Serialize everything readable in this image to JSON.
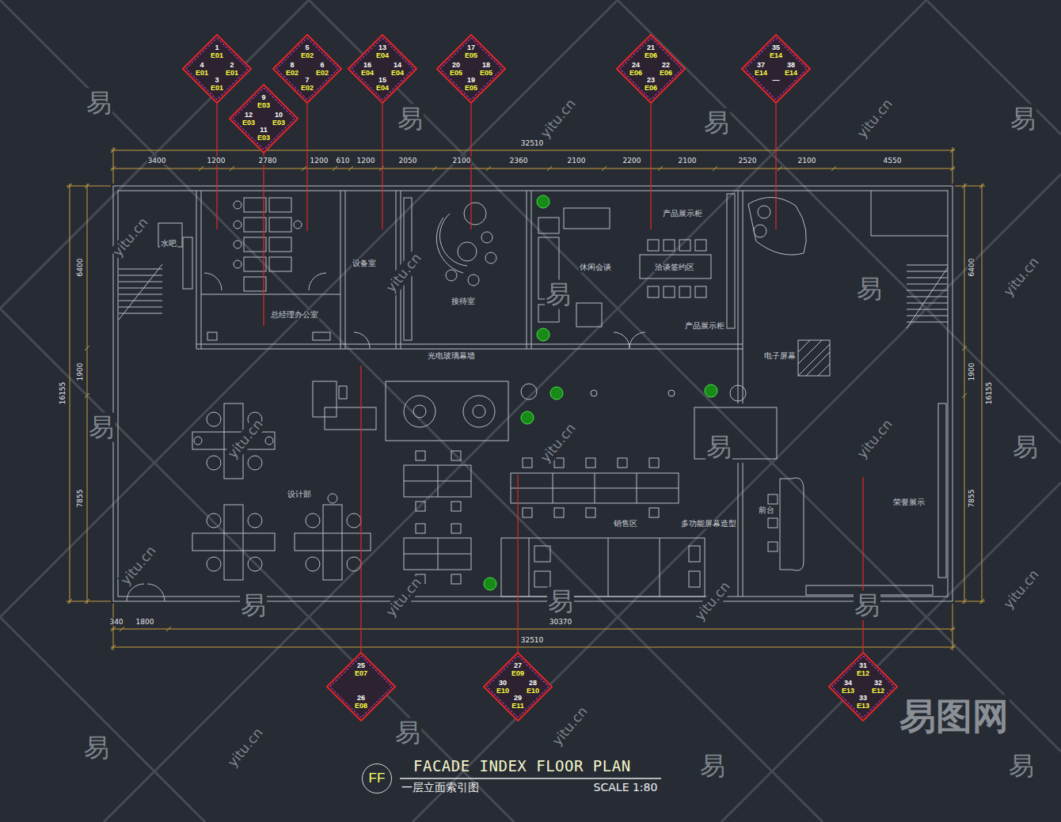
{
  "diagram": {
    "title": "FACADE INDEX FLOOR PLAN",
    "caption": "一层立面索引图",
    "nodes": [
      {
        "text": [
          "1",
          "E01",
          "4",
          "E01",
          "2",
          "E01",
          "3",
          "E01"
        ]
      },
      {
        "text": [
          "5",
          "E02",
          "8",
          "E02",
          "6",
          "E02",
          "7",
          "E02"
        ]
      },
      {
        "text": [
          "13",
          "E04",
          "16",
          "E04",
          "14",
          "E04",
          "15",
          "E04"
        ]
      },
      {
        "text": [
          "17",
          "E05",
          "20",
          "E05",
          "18",
          "E05",
          "19",
          "E05"
        ]
      },
      {
        "text": [
          "21",
          "E06",
          "24",
          "E06",
          "22",
          "E06",
          "23",
          "E06"
        ]
      },
      {
        "text": [
          "35",
          "E14",
          "37",
          "E14",
          "38",
          "E14",
          "—"
        ]
      },
      {
        "text": [
          "9",
          "E03",
          "12",
          "E03",
          "10",
          "E03",
          "11",
          "E03"
        ]
      },
      {
        "text": [
          "25",
          "E07",
          "26",
          "E08"
        ]
      },
      {
        "text": [
          "27",
          "E09",
          "30",
          "E10",
          "28",
          "E10",
          "29",
          "E11"
        ]
      },
      {
        "text": [
          "31",
          "E12",
          "34",
          "E13",
          "32",
          "E12",
          "33",
          "E13"
        ]
      },
      {
        "text": [
          "FF"
        ]
      }
    ],
    "labels": [
      "32510",
      "3400",
      "1200",
      "2780",
      "1200",
      "610",
      "1200",
      "2050",
      "2100",
      "2360",
      "2100",
      "2200",
      "2100",
      "2520",
      "2100",
      "4550",
      "340",
      "1800",
      "30370",
      "32510",
      "6400",
      "1900",
      "7855",
      "16155",
      "6400",
      "1900",
      "7855",
      "16155",
      "水吧",
      "总经理办公室",
      "设备室",
      "接待室",
      "休闲会谈",
      "产品展示柜",
      "洽谈签约区",
      "产品展示柜",
      "光电玻璃幕墙",
      "电子屏幕",
      "设计部",
      "销售区",
      "多功能屏幕造型",
      "前台",
      "荣誉展示",
      "SCALE 1:80",
      "易",
      "易",
      "易",
      "易",
      "易",
      "易",
      "易",
      "易",
      "易",
      "易",
      "易",
      "易",
      "易",
      "易",
      "易",
      "易",
      "yitu.cn",
      "yitu.cn",
      "yitu.cn",
      "yitu.cn",
      "yitu.cn",
      "yitu.cn",
      "yitu.cn",
      "yitu.cn",
      "yitu.cn",
      "yitu.cn",
      "yitu.cn",
      "yitu.cn",
      "yitu.cn",
      "yitu.cn",
      "易图网"
    ]
  }
}
